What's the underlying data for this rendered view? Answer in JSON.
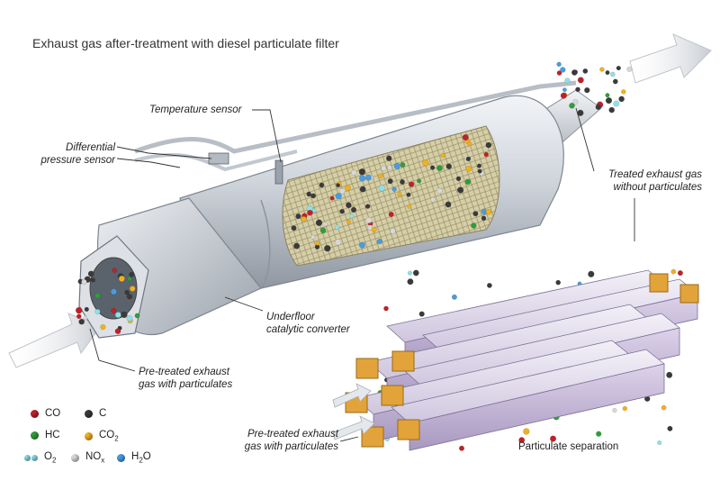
{
  "title": "Exhaust gas after-treatment with diesel particulate filter",
  "labels": {
    "temperature_sensor": "Temperature sensor",
    "differential_pressure_1": "Differential",
    "differential_pressure_2": "pressure sensor",
    "treated_1": "Treated exhaust gas",
    "treated_2": "without particulates",
    "underfloor_1": "Underfloor",
    "underfloor_2": "catalytic converter",
    "pretreated_top_1": "Pre-treated exhaust",
    "pretreated_top_2": "gas with particulates",
    "pretreated_bottom_1": "Pre-treated exhaust",
    "pretreated_bottom_2": "gas with particulates",
    "particulate_separation": "Particulate separation"
  },
  "legend": {
    "co": "CO",
    "c": "C",
    "hc": "HC",
    "co2_base": "CO",
    "co2_sub": "2",
    "o2_base": "O",
    "o2_sub": "2",
    "nox_base": "NO",
    "nox_sub": "x",
    "h2o_1": "H",
    "h2o_sub": "2",
    "h2o_2": "O"
  },
  "colors": {
    "co": "#c0202a",
    "c": "#3a3a3a",
    "hc": "#2e9e3a",
    "co2": "#f0b020",
    "o2": "#8fe0e6",
    "nox": "#d8d8d8",
    "h2o": "#4a9be0",
    "housing": "#c9ced6",
    "filter_core": "#d9d4b0",
    "block_end": "#e0a030",
    "block_side": "#c4b8d8"
  }
}
